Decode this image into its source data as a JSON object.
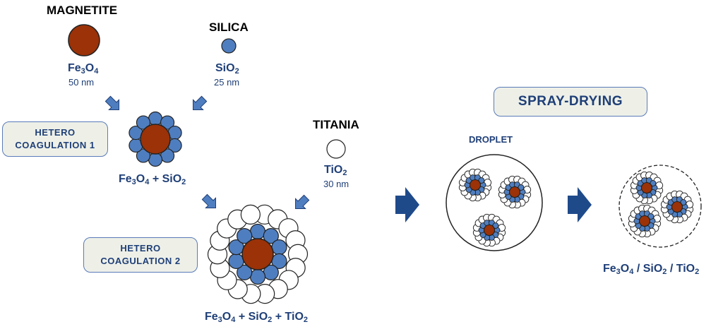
{
  "magnetite": {
    "name": "MAGNETITE",
    "formula_main": "Fe",
    "s1": "3",
    "mid": "O",
    "s2": "4",
    "size": "50 nm"
  },
  "silica": {
    "name": "SILICA",
    "formula_main": "SiO",
    "s1": "2",
    "size": "25 nm"
  },
  "titania": {
    "name": "TITANIA",
    "formula_main": "TiO",
    "s1": "2",
    "size": "30 nm"
  },
  "step1": {
    "line1": "HETERO",
    "line2": "COAGULATION 1"
  },
  "step2": {
    "line1": "HETERO",
    "line2": "COAGULATION 2"
  },
  "result1": {
    "a": "Fe",
    "a1": "3",
    "b": "O",
    "b1": "4",
    "c": " + SiO",
    "c1": "2"
  },
  "result2": {
    "a": "Fe",
    "a1": "3",
    "b": "O",
    "b1": "4",
    "c": " + SiO",
    "c1": "2",
    "d": " + TiO",
    "d1": "2"
  },
  "spray": {
    "label": "SPRAY-DRYING"
  },
  "droplet": {
    "label": "DROPLET"
  },
  "final": {
    "a": "Fe",
    "a1": "3",
    "b": "O",
    "b1": "4",
    "c": " / SiO",
    "c1": "2",
    "d": " / TiO",
    "d1": "2"
  },
  "colors": {
    "magnetite": "#9b3208",
    "silica": "#4f7ec0",
    "titania": "#ffffff",
    "arrow": "#1f4a8a",
    "text": "#1f3f77"
  }
}
